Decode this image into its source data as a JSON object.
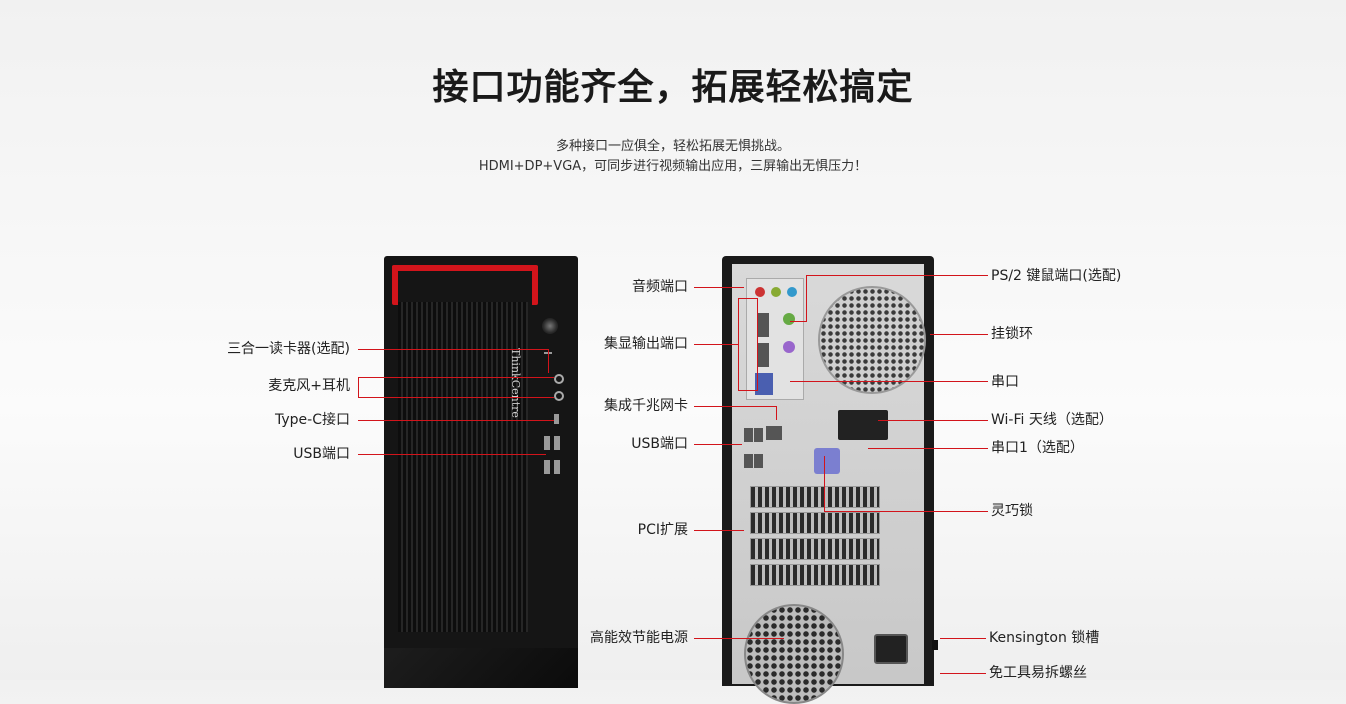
{
  "heading": {
    "title": "接口功能齐全，拓展轻松搞定",
    "line1": "多种接口一应俱全，轻松拓展无惧挑战。",
    "line2": "HDMI+DP+VGA，可同步进行视频输出应用，三屏输出无惧压力！"
  },
  "front_labels": {
    "card_reader": "三合一读卡器(选配)",
    "mic_headphone": "麦克风+耳机",
    "type_c": "Type-C接口",
    "usb": "USB端口"
  },
  "rear_left_labels": {
    "audio": "音频端口",
    "display_out": "集显输出端口",
    "lan": "集成千兆网卡",
    "usb": "USB端口",
    "pci": "PCI扩展",
    "psu": "高能效节能电源"
  },
  "rear_right_labels": {
    "ps2": "PS/2 键鼠端口(选配)",
    "lock_ring": "挂锁环",
    "serial": "串口",
    "wifi": "Wi-Fi 天线（选配）",
    "serial1": "串口1（选配）",
    "smart_lock": "灵巧锁",
    "kensington": "Kensington 锁槽",
    "screw": "免工具易拆螺丝"
  },
  "brand_text": "ThinkCentre",
  "colors": {
    "accent": "#d2141b",
    "case": "#151515"
  }
}
